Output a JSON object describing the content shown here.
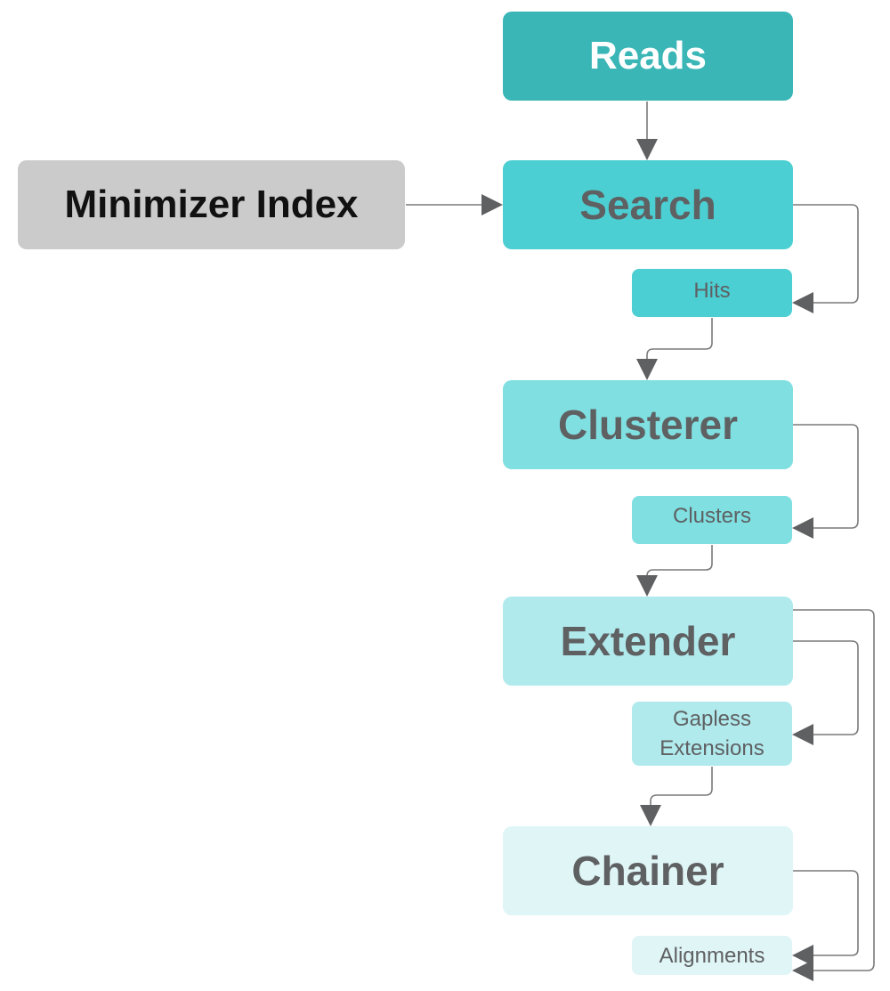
{
  "nodes": {
    "reads": "Reads",
    "minimizer_index": "Minimizer Index",
    "search": "Search",
    "hits": "Hits",
    "clusterer": "Clusterer",
    "clusters": "Clusters",
    "extender": "Extender",
    "gapless_line1": "Gapless",
    "gapless_line2": "Extensions",
    "chainer": "Chainer",
    "alignments": "Alignments"
  },
  "colors": {
    "reads": "#3bb6b7",
    "minimizer_index": "#cbcbcb",
    "search": "#4ccfd2",
    "clusterer": "#7fdfe1",
    "extender": "#b0eaec",
    "chainer": "#dff5f6",
    "arrow": "#5f6062"
  }
}
